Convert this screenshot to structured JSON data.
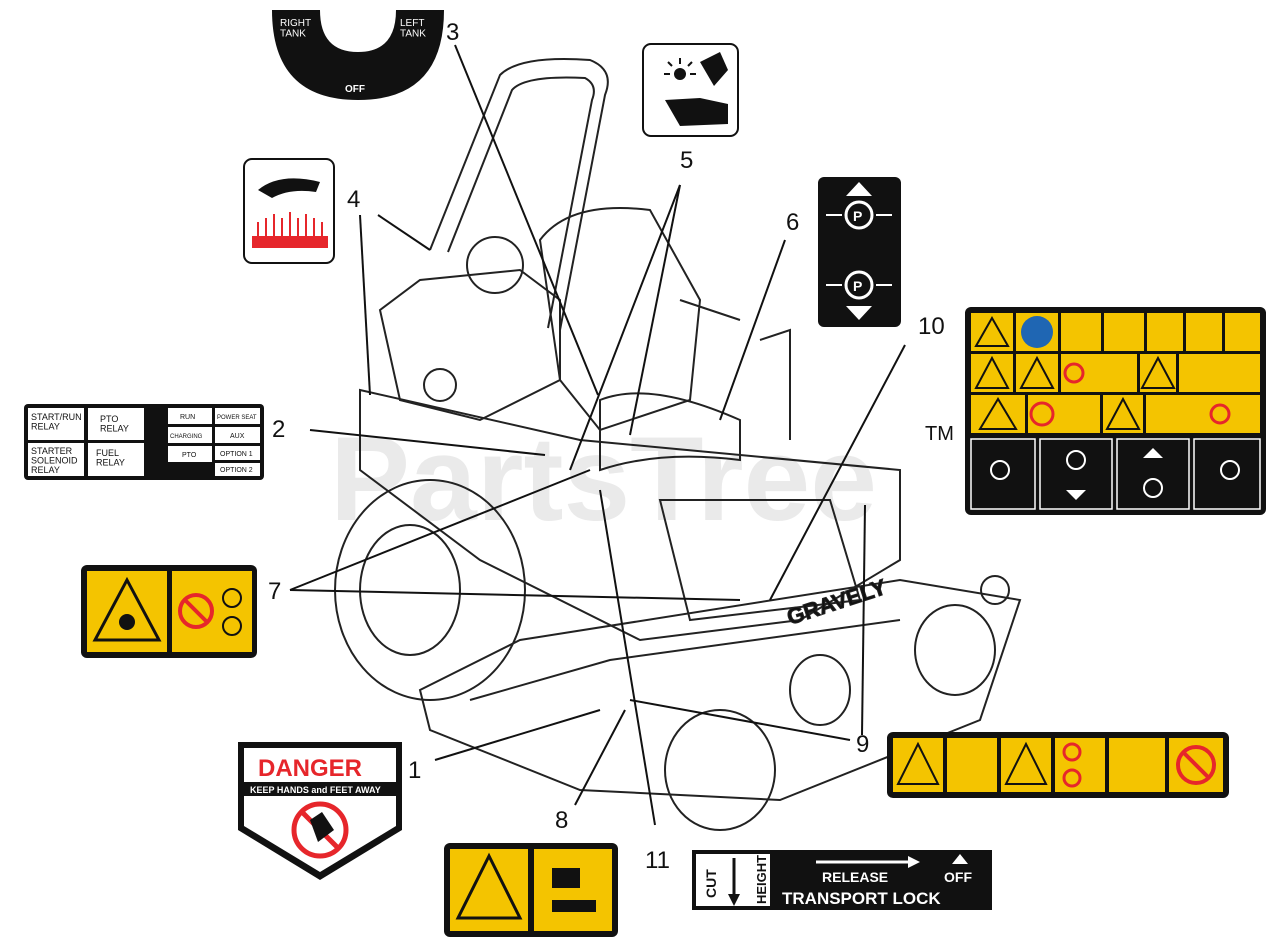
{
  "colors": {
    "warning_yellow": "#f4c400",
    "danger_red": "#e6262b",
    "decal_black": "#111111",
    "mandatory_blue": "#1f66b3"
  },
  "callouts": [
    "1",
    "2",
    "3",
    "4",
    "5",
    "6",
    "7",
    "8",
    "9",
    "10",
    "11"
  ],
  "decal_fuel_selector": {
    "right": "RIGHT\nTANK",
    "left": "LEFT\nTANK",
    "off": "OFF"
  },
  "decal_relay": {
    "start_run": "START/RUN\nRELAY",
    "pto_relay": "PTO\nRELAY",
    "starter": "STARTER\nSOLENOID\nRELAY",
    "fuel_relay": "FUEL\nRELAY",
    "run": "RUN",
    "power_seat": "POWER SEAT",
    "charging": "CHARGING",
    "aux": "AUX",
    "pto_fuse": "PTO",
    "option1": "OPTION 1",
    "option2": "OPTION 2"
  },
  "decal_danger": {
    "title": "DANGER",
    "subtitle": "KEEP HANDS and FEET AWAY"
  },
  "decal_transport": {
    "cut_height": "CUT",
    "height": "HEIGHT",
    "release": "RELEASE",
    "off": "OFF",
    "transport_lock": "TRANSPORT LOCK"
  },
  "icons": {
    "fuel_selector": "fuel-selector-decal",
    "hot_surface": "hot-surface-hand-icon",
    "crush_hazard": "hand-crush-icon",
    "parking_brake": "parking-brake-icon",
    "rollover": "rollover-warning-icon",
    "no_hands": "no-hands-icon"
  },
  "watermark": "PartsTree",
  "trademark": "TM",
  "brand": "GRAVELY"
}
